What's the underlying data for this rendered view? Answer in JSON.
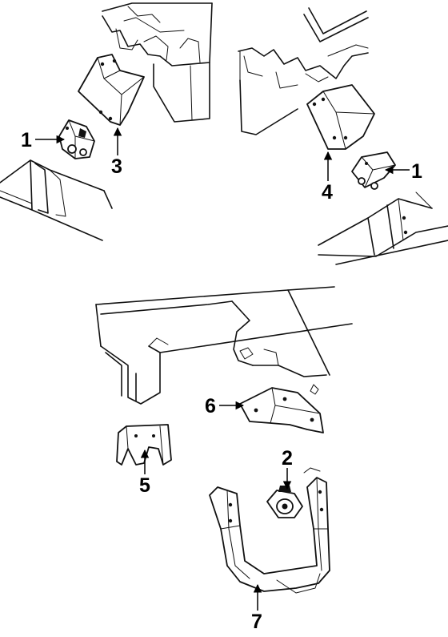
{
  "callouts": [
    {
      "id": "c1a",
      "label": "1"
    },
    {
      "id": "c3",
      "label": "3"
    },
    {
      "id": "c4",
      "label": "4"
    },
    {
      "id": "c1b",
      "label": "1"
    },
    {
      "id": "c6",
      "label": "6"
    },
    {
      "id": "c2",
      "label": "2"
    },
    {
      "id": "c5",
      "label": "5"
    },
    {
      "id": "c7",
      "label": "7"
    }
  ]
}
